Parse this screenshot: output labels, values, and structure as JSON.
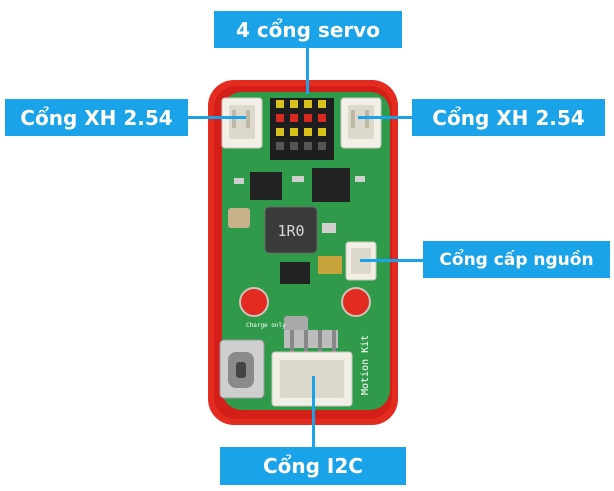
{
  "labels": {
    "servo": "4 cổng servo",
    "xh_left": "Cổng XH 2.54",
    "xh_right": "Cổng XH 2.54",
    "power": "Cổng cấp nguồn",
    "i2c": "Cổng I2C"
  },
  "board": {
    "inductor_marking": "1R0",
    "silkscreen_name": "Motion Kit",
    "charge_text": "Charge only"
  },
  "colors": {
    "label_bg": "#1aa3e8",
    "case_red": "#e32b22",
    "pcb_green": "#2f9a4a"
  }
}
